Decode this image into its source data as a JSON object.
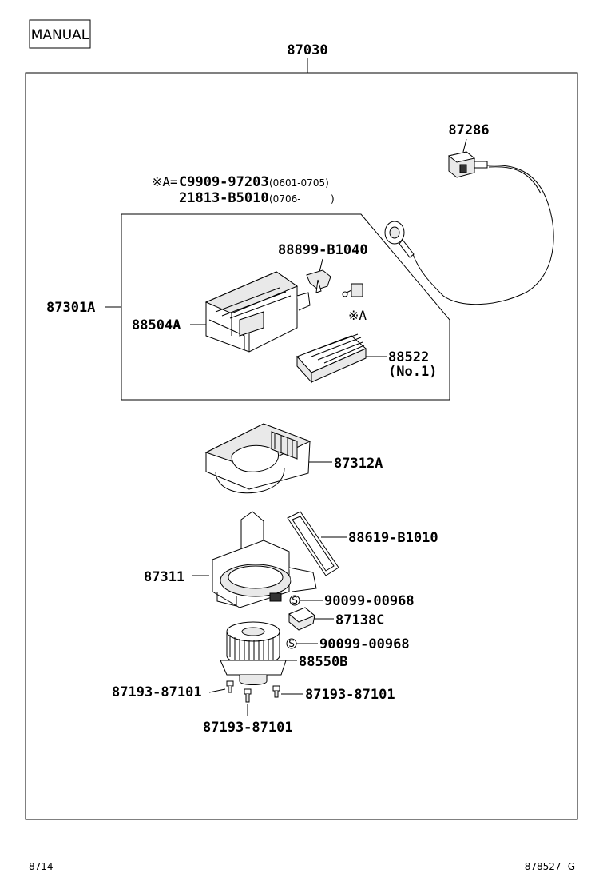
{
  "badge": "MANUAL",
  "assembly_number": "87030",
  "note": {
    "mark": "※A=",
    "line1_part": "C9909-97203",
    "line1_range": "(0601-0705)",
    "line2_part": "21813-B5010",
    "line2_range": "(0706-",
    "line2_close": ")"
  },
  "parts": {
    "p87286": "87286",
    "p87301A": "87301A",
    "p88899": "88899-B1040",
    "p88504A": "88504A",
    "mark_a": "※A",
    "p88522": "88522",
    "p88522_sub": "(No.1)",
    "p87312A": "87312A",
    "p88619": "88619-B1010",
    "p87311": "87311",
    "p90099_1": "90099-00968",
    "p87138C": "87138C",
    "p90099_2": "90099-00968",
    "p88550B": "88550B",
    "p87193_left": "87193-87101",
    "p87193_right": "87193-87101",
    "p87193_bottom": "87193-87101",
    "s_mark_1": "S",
    "s_mark_2": "S"
  },
  "footer": {
    "left": "8714",
    "right": "878527- G"
  },
  "icons": [
    "blower-case-icon",
    "servo-motor-icon",
    "resistor-icon",
    "blower-fan-icon",
    "screw-icon"
  ]
}
